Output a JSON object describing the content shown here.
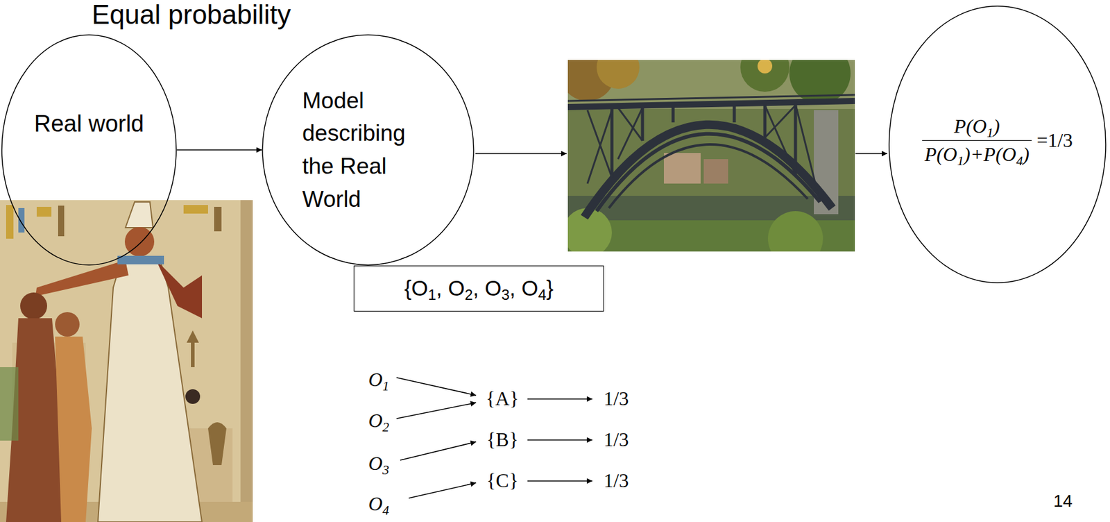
{
  "diagram": {
    "title": "Equal probability",
    "nodes": [
      {
        "text": [
          "Real world"
        ]
      },
      {
        "text": [
          "Model describing the Real World"
        ]
      },
      {
        "text": [
          "{O1, O2, O3, O4}"
        ]
      },
      {
        "text": [
          "P(O1)",
          "P(O1)+P(O4)",
          "=1/3"
        ]
      }
    ],
    "edges": [
      {
        "from": 0,
        "to": 1,
        "arrow": "to"
      }
    ],
    "labels": [
      "O1",
      "O2",
      "O3",
      "O4",
      "{A}",
      "{B}",
      "{C}",
      "1/3",
      "1/3",
      "1/3",
      "14"
    ]
  }
}
